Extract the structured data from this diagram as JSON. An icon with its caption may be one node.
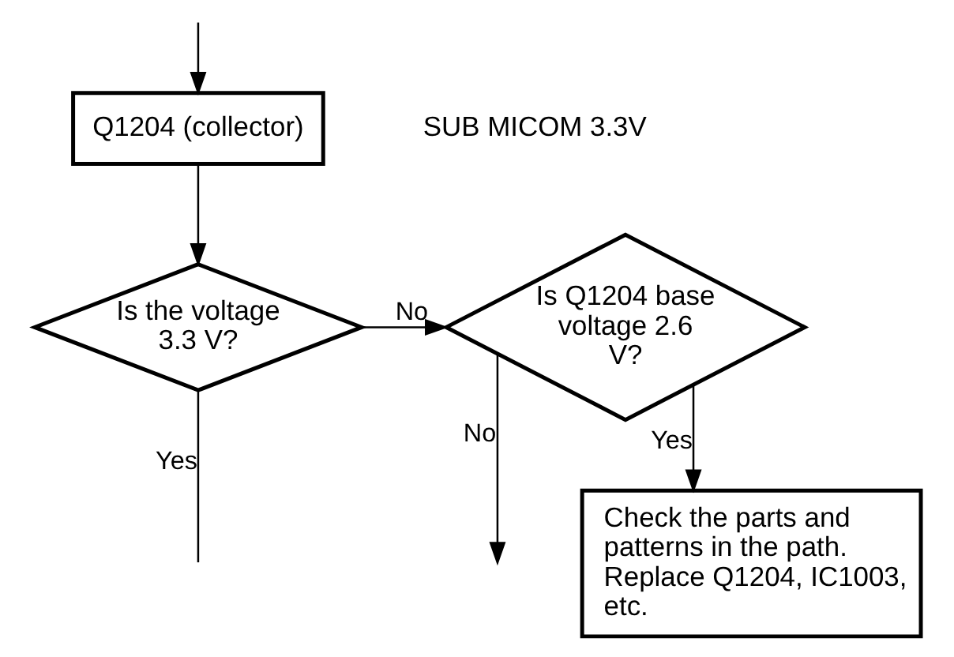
{
  "diagram": {
    "nodes": [
      {
        "text": [
          "Q1204 (collector)"
        ],
        "beside": [
          "SUB MICOM 3.3V"
        ]
      },
      {
        "text": [
          "Is the voltage 3.3 V?"
        ]
      },
      {
        "text": [
          "Is Q1204 base voltage 2.6 V?"
        ]
      },
      {
        "text": [
          "Check the parts and patterns in the path. Replace Q1204, IC1003, etc."
        ]
      }
    ],
    "edges": [
      {
        "from": null,
        "to": 0,
        "arrow": "to"
      },
      {
        "from": 0,
        "to": 1,
        "arrow": "to"
      },
      {
        "from": 1,
        "to": 2,
        "label": "No",
        "arrow": "to"
      },
      {
        "from": 1,
        "to": null,
        "label": "Yes",
        "arrow": "none"
      },
      {
        "from": 2,
        "to": 3,
        "label": "Yes",
        "arrow": "to"
      },
      {
        "from": 2,
        "to": null,
        "label": "No",
        "arrow": "to"
      }
    ]
  }
}
